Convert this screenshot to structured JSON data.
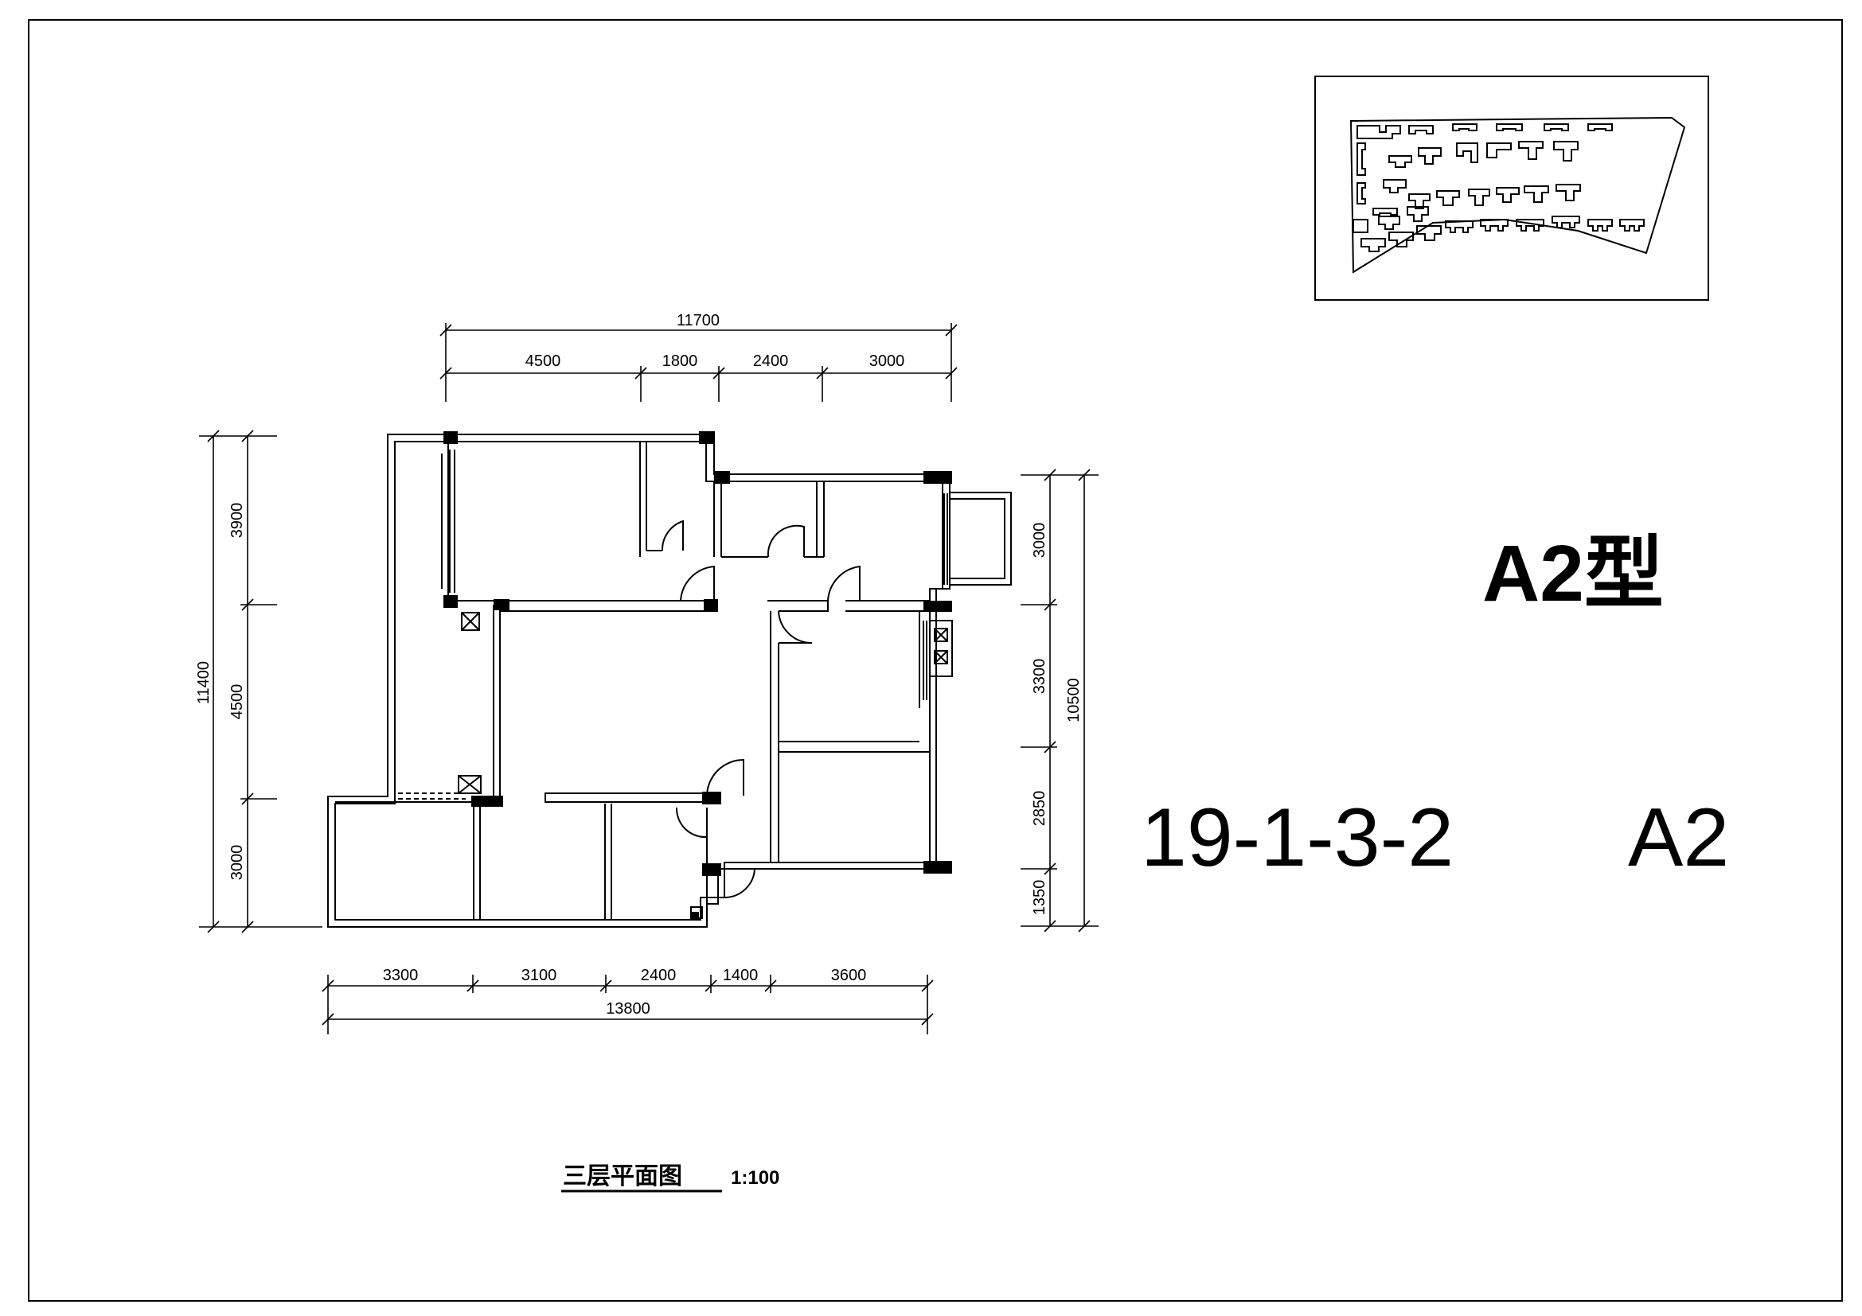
{
  "type_label": "A2型",
  "unit_code": "19-1-3-2",
  "unit_type": "A2",
  "plan_title": "三层平面图",
  "plan_scale": "1:100",
  "dimensions": {
    "top_total": "11700",
    "top_segments": [
      "4500",
      "1800",
      "2400",
      "3000"
    ],
    "bottom_segments": [
      "3300",
      "3100",
      "2400",
      "1400",
      "3600"
    ],
    "bottom_total": "13800",
    "left_total": "11400",
    "left_segments": [
      "3900",
      "4500",
      "3000"
    ],
    "right_total": "10500",
    "right_segments": [
      "3000",
      "3300",
      "2850",
      "1350"
    ]
  }
}
